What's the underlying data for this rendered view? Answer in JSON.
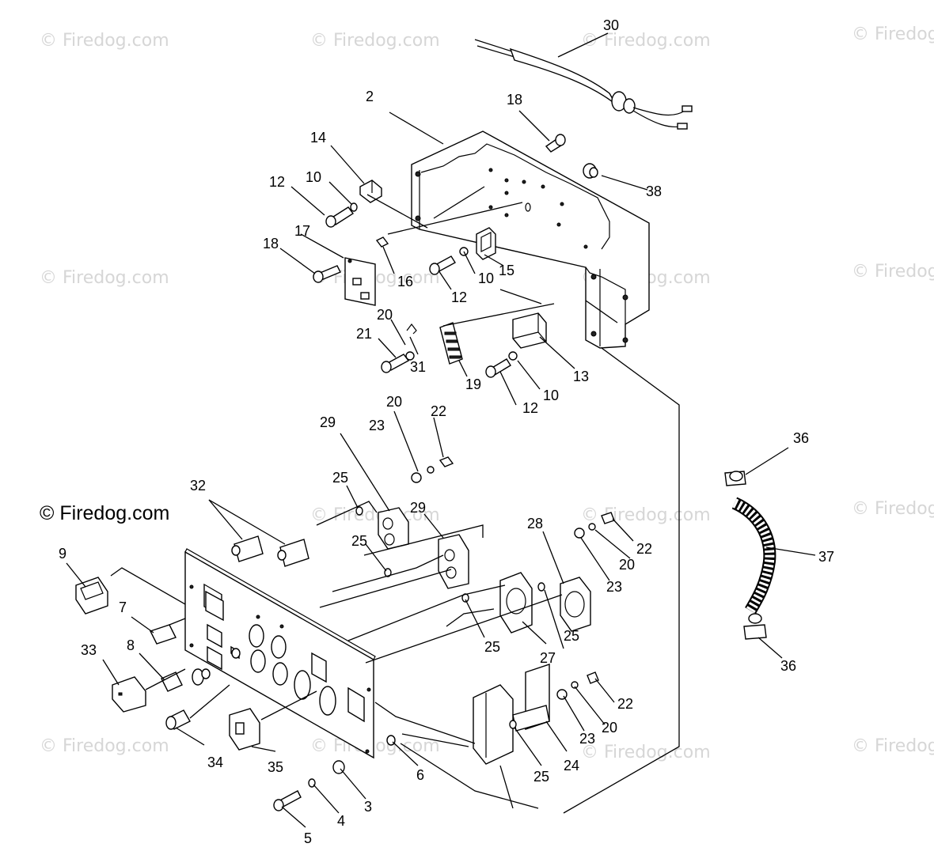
{
  "watermark_text": "© Firedog.com",
  "brand_text": "© Firedog.com",
  "part_numbers": [
    "30",
    "2",
    "18",
    "14",
    "10",
    "12",
    "38",
    "17",
    "18",
    "16",
    "10",
    "15",
    "12",
    "20",
    "21",
    "31",
    "19",
    "13",
    "12",
    "10",
    "20",
    "22",
    "29",
    "23",
    "25",
    "32",
    "29",
    "25",
    "28",
    "22",
    "20",
    "23",
    "9",
    "7",
    "25",
    "27",
    "25",
    "8",
    "33",
    "34",
    "35",
    "22",
    "23",
    "20",
    "24",
    "25",
    "6",
    "3",
    "4",
    "5",
    "36",
    "37",
    "36"
  ]
}
